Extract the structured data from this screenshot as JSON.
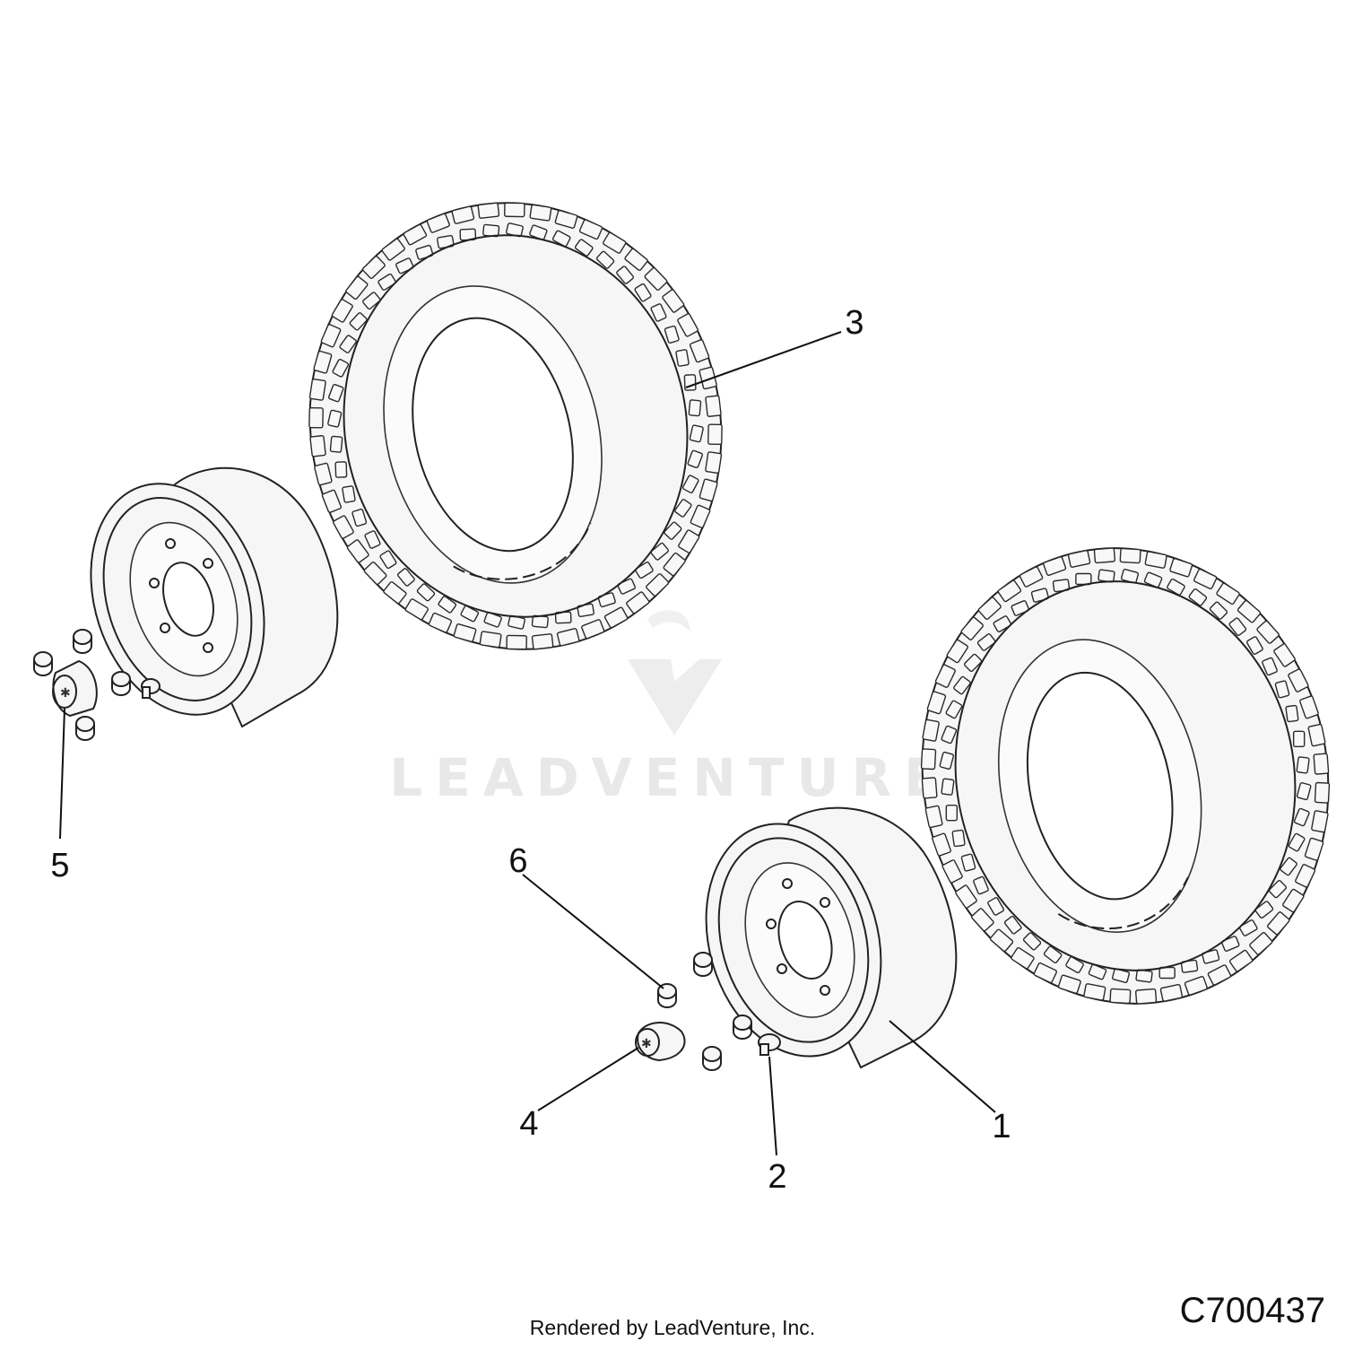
{
  "callouts": [
    {
      "label": "1",
      "part": "wheel-rim-rear"
    },
    {
      "label": "2",
      "part": "valve-stem"
    },
    {
      "label": "3",
      "part": "tire-front"
    },
    {
      "label": "4",
      "part": "center-cap-rear"
    },
    {
      "label": "5",
      "part": "center-cap-front"
    },
    {
      "label": "6",
      "part": "lug-nut"
    }
  ],
  "watermark": {
    "text": "LEADVENTURE",
    "icon": "leadventure-logo-icon"
  },
  "footer": {
    "rendered_by": "Rendered by LeadVenture, Inc.",
    "diagram_code": "C700437"
  },
  "colors": {
    "line": "#222222",
    "part_fill": "#f6f6f6",
    "watermark": "#e8e8e8"
  }
}
